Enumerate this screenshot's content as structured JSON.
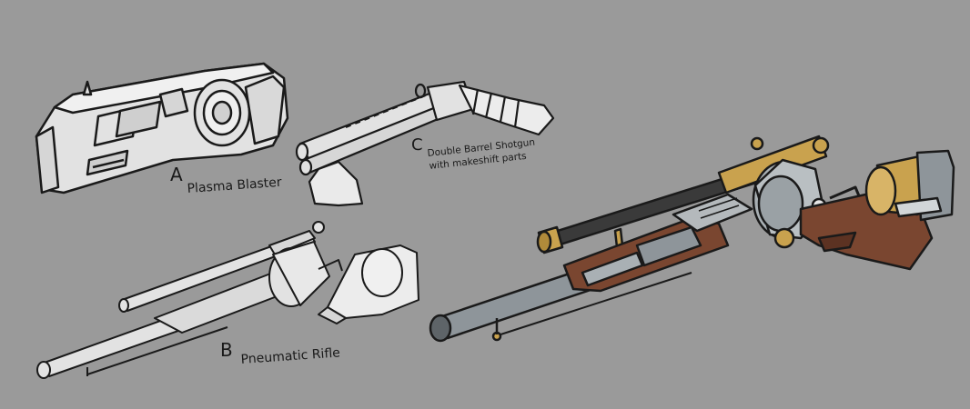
{
  "labels": {
    "a": {
      "letter": "A",
      "name": "Plasma Blaster"
    },
    "b": {
      "letter": "B",
      "name": "Pneumatic Rifle"
    },
    "c": {
      "letter": "C",
      "line1": "Double Barrel Shotgun",
      "line2": "with makeshift parts"
    }
  },
  "colors": {
    "background": "#9a9a9a",
    "lineart_fill": "#e2e2e2",
    "ink": "#1a1a1a",
    "brass": "#c9a24e",
    "wood": "#7a4630",
    "steel": "#8e959a",
    "gunmetal": "#3a3a3a"
  }
}
